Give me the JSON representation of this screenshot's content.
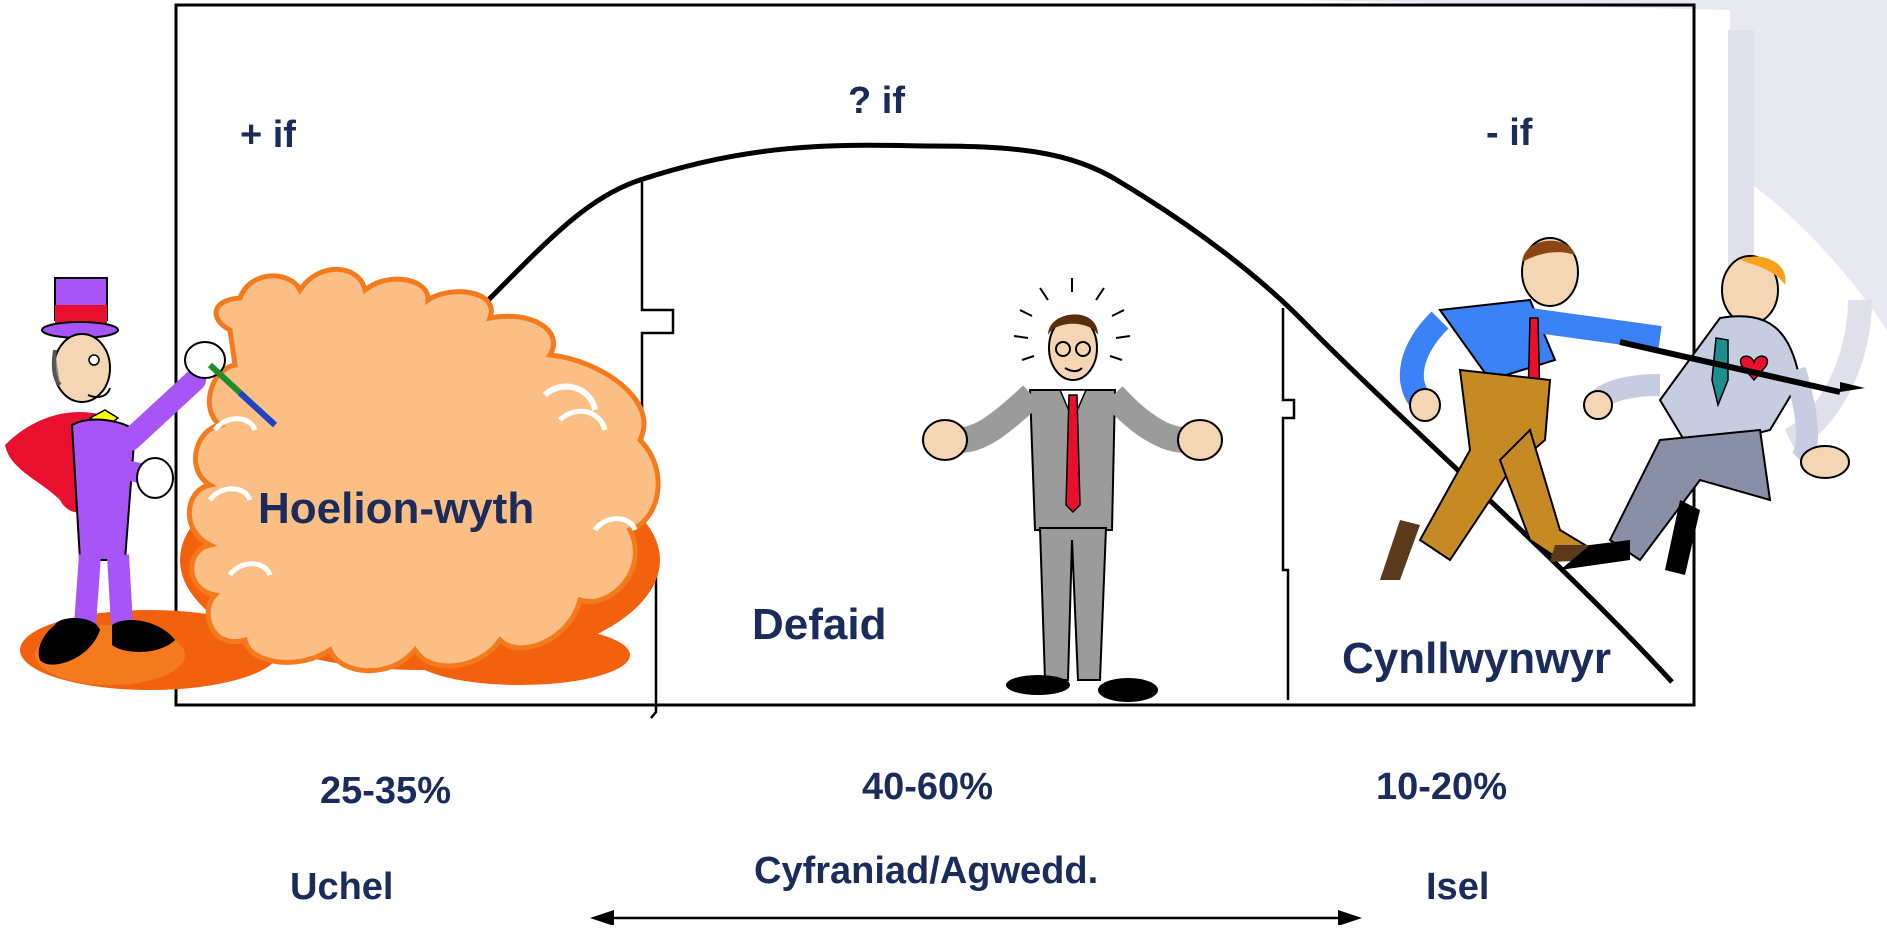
{
  "diagram": {
    "zones": {
      "left": {
        "sign_label": "+ if",
        "group_name": "Hoelion-wyth",
        "percent": "25-35%",
        "level": "Uchel"
      },
      "middle": {
        "sign_label": "?  if",
        "group_name": "Defaid",
        "percent": "40-60%"
      },
      "right": {
        "sign_label": "-  if",
        "group_name": "Cynllwynwyr",
        "percent": "10-20%",
        "level": "Isel"
      }
    },
    "axis_label": "Cyfraniad/Agwedd."
  },
  "colors": {
    "text": "#1a2b5c",
    "curve": "#000000",
    "frame": "#000000",
    "watermark": "#dcdce8",
    "cloud_fill": "#fbbf85",
    "cloud_edge": "#f47a1e",
    "cloud_dark": "#f2620e"
  },
  "illustrations": {
    "magician": "magician-illustration",
    "cloud": "cloud-illustration",
    "shrugging_man": "shrugging-man-illustration",
    "backstabbers": "backstabbing-men-illustration"
  }
}
